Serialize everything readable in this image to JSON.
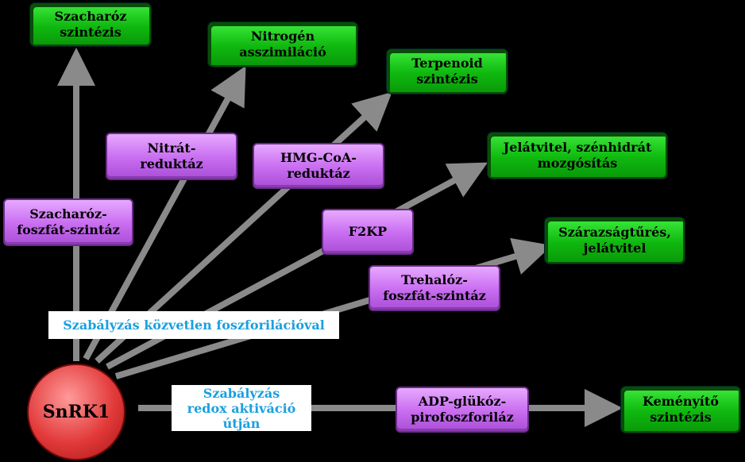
{
  "hub": {
    "label": "SnRK1",
    "color": "#e23a3a"
  },
  "targets": {
    "sucrose_synthesis": "Szacharóz\nszintézis",
    "nitrogen_assimilation": "Nitrogén\nasszimiláció",
    "terpenoid_synthesis": "Terpenoid\nszintézis",
    "signaling_carbs": "Jelátvitel, szénhidrát\nmozgósítás",
    "drought_tolerance": "Szárazságtűrés,\njelátvitel",
    "starch_synthesis": "Keményítő\nszintézis"
  },
  "enzymes": {
    "sps": "Szacharóz-\nfoszfát-szintáz",
    "nitrate_reductase": "Nitrát-\nreduktáz",
    "hmgcoa_reductase": "HMG-CoA-\nreduktáz",
    "f2kp": "F2KP",
    "tps": "Trehalóz-\nfoszfát-szintáz",
    "agpase": "ADP-glükóz-\npirofoszforiláz"
  },
  "notes": {
    "direct_phosphorylation": "Szabályzás közvetlen foszforilációval",
    "redox_activation": "Szabályzás\nredox aktiváció\nútján"
  },
  "colors": {
    "target": "#1bc41b",
    "enzyme": "#c86cf0",
    "arrow": "#8a8a8a",
    "note_text": "#1aa0e0"
  }
}
